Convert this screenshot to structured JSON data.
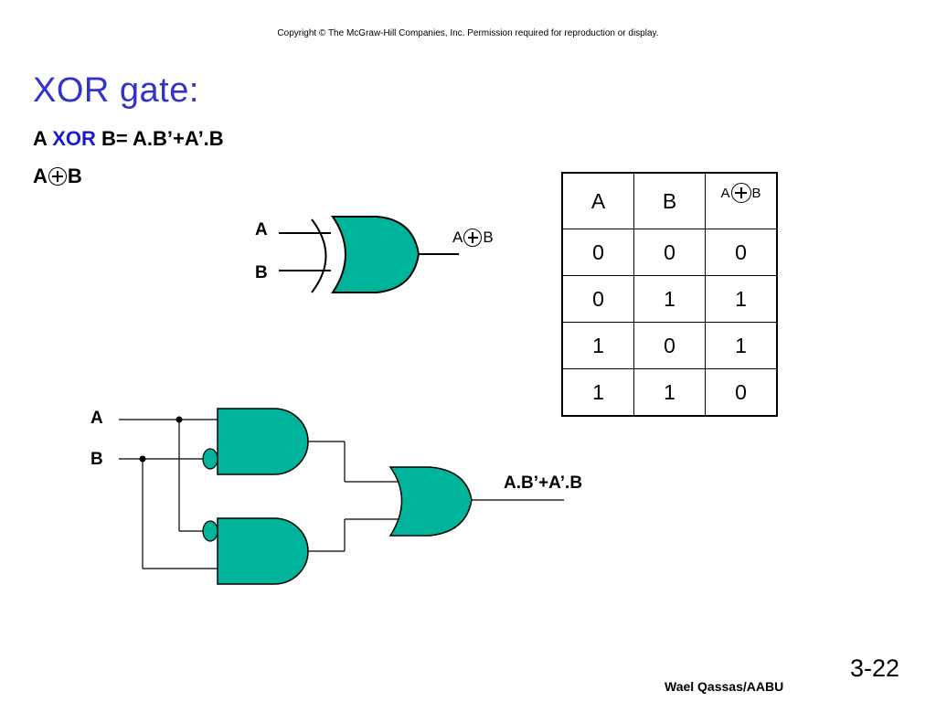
{
  "header": {
    "copyright": "Copyright © The McGraw-Hill Companies, Inc.  Permission required for reproduction or display."
  },
  "title": "XOR gate:",
  "equation": {
    "lhs_a": "A",
    "op": "XOR",
    "rhs": "B= A.B’+A’.B"
  },
  "symbol_expr": {
    "a": "A",
    "b": "B"
  },
  "xor_gate": {
    "input_a": "A",
    "input_b": "B",
    "output_a": "A",
    "output_b": "B"
  },
  "truth_table": {
    "headers": [
      "A",
      "B"
    ],
    "xor_header_a": "A",
    "xor_header_b": "B",
    "rows": [
      [
        "0",
        "0",
        "0"
      ],
      [
        "0",
        "1",
        "1"
      ],
      [
        "1",
        "0",
        "1"
      ],
      [
        "1",
        "1",
        "0"
      ]
    ]
  },
  "circuit": {
    "input_a": "A",
    "input_b": "B",
    "output": "A.B’+A’.B"
  },
  "footer": {
    "author": "Wael Qassas/AABU",
    "page": "3-22"
  },
  "colors": {
    "gate_fill": "#00b39b",
    "title": "#3333cc",
    "xor_word": "#1a1ad6"
  }
}
